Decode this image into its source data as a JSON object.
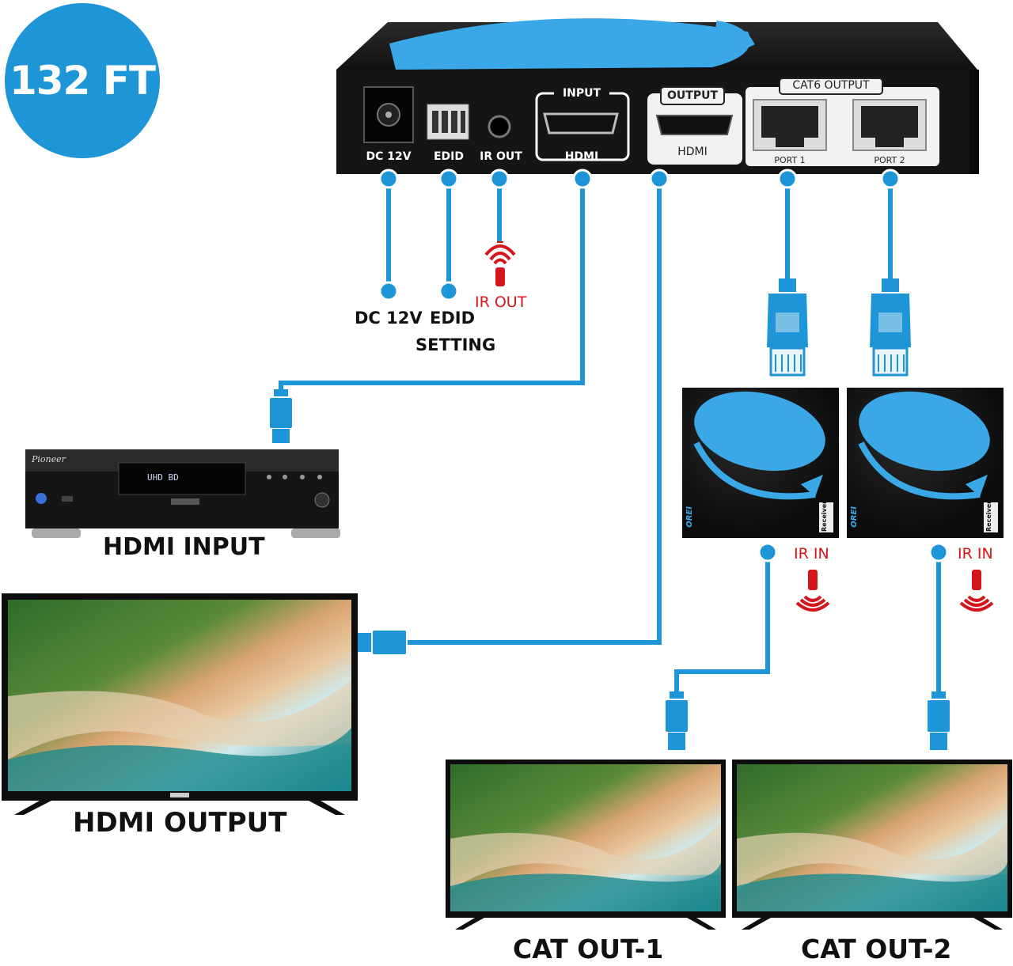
{
  "badge": {
    "text": "132 FT"
  },
  "device": {
    "ports": {
      "dc": "DC 12V",
      "edid": "EDID",
      "ir_out": "IR OUT",
      "input_header": "INPUT",
      "input_hdmi": "HDMI",
      "output_header": "OUTPUT",
      "output_hdmi": "HDMI",
      "cat6_header": "CAT6 OUTPUT",
      "port1": "PORT 1",
      "port2": "PORT 2"
    }
  },
  "callouts": {
    "dc": "DC 12V",
    "edid_line1": "EDID",
    "edid_line2": "SETTING",
    "ir_out": "IR OUT",
    "ir_in_1": "IR IN",
    "ir_in_2": "IR IN"
  },
  "player": {
    "brand": "Pioneer",
    "display": "UHD BD",
    "caption": "HDMI INPUT"
  },
  "receivers": {
    "label": "Receiver",
    "brand": "OREI"
  },
  "captions": {
    "hdmi_output": "HDMI OUTPUT",
    "cat_out_1": "CAT OUT-1",
    "cat_out_2": "CAT OUT-2"
  },
  "colors": {
    "cable": "#1e95d6",
    "badge": "#1e95d6",
    "ir_red": "#d4151b",
    "device_body": "#1a1a1a"
  }
}
